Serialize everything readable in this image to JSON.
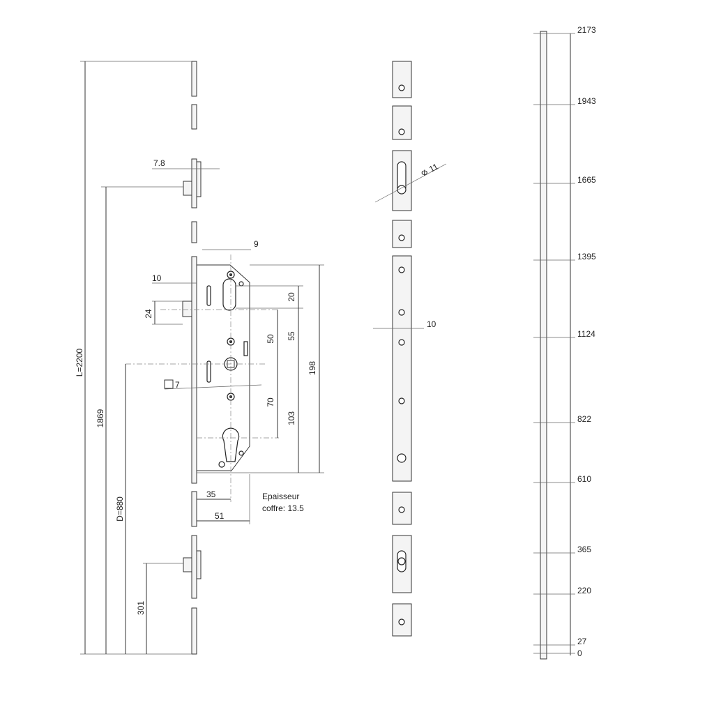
{
  "left_view": {
    "total_length": "L=2200",
    "dim_1869": "1869",
    "backset_height": "D=880",
    "dim_301": "301",
    "dim_7_8": "7.8",
    "dim_9": "9",
    "dim_10": "10",
    "dim_24": "24",
    "dim_20": "20",
    "dim_55": "55",
    "dim_50": "50",
    "dim_198": "198",
    "dim_70": "70",
    "dim_103": "103",
    "square_7": "7",
    "dim_35": "35",
    "dim_51": "51",
    "note_line1": "Epaisseur",
    "note_line2": "coffre: 13.5"
  },
  "middle_view": {
    "diameter_11": "11",
    "dim_10": "10"
  },
  "right_view": {
    "levels": [
      "2173",
      "1943",
      "1665",
      "1395",
      "1124",
      "822",
      "610",
      "365",
      "220",
      "27",
      "0"
    ]
  }
}
